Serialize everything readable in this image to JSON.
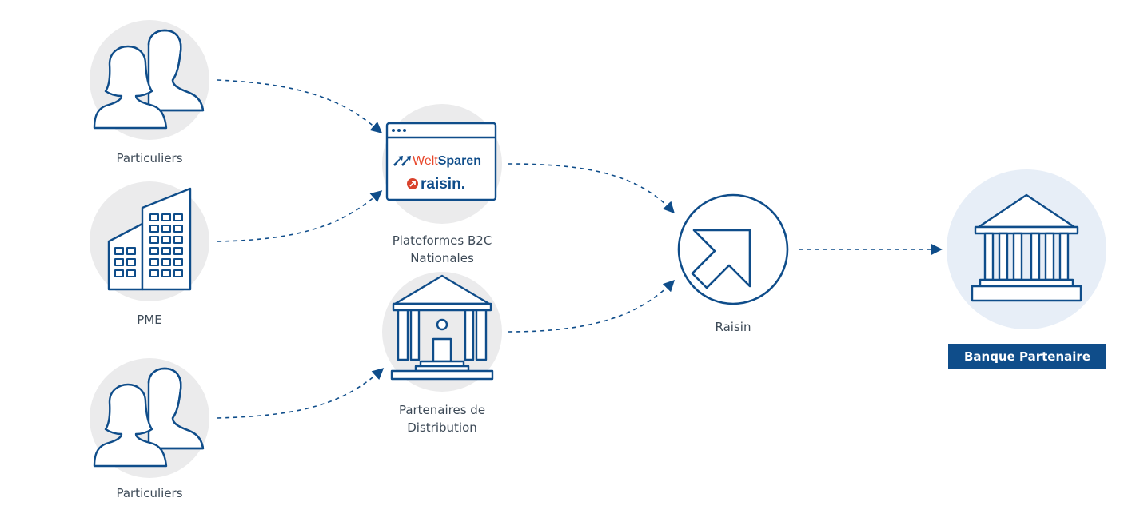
{
  "labels": {
    "particuliers_top": "Particuliers",
    "pme": "PME",
    "particuliers_bottom": "Particuliers",
    "plateformes_line1": "Plateformes B2C",
    "plateformes_line2": "Nationales",
    "partenaires_line1": "Partenaires de",
    "partenaires_line2": "Distribution",
    "raisin": "Raisin",
    "banque": "Banque Partenaire"
  },
  "logos": {
    "weltsparen_a": "Welt",
    "weltsparen_b": "Sparen",
    "raisin_wordmark": "raisin."
  },
  "colors": {
    "primary": "#0f4d8a",
    "circle_gray": "#ebebec",
    "circle_light_blue": "#e7eef7",
    "weltsparen_orange": "#e8472b",
    "raisin_red": "#d9422c",
    "text": "#3d4a57"
  }
}
